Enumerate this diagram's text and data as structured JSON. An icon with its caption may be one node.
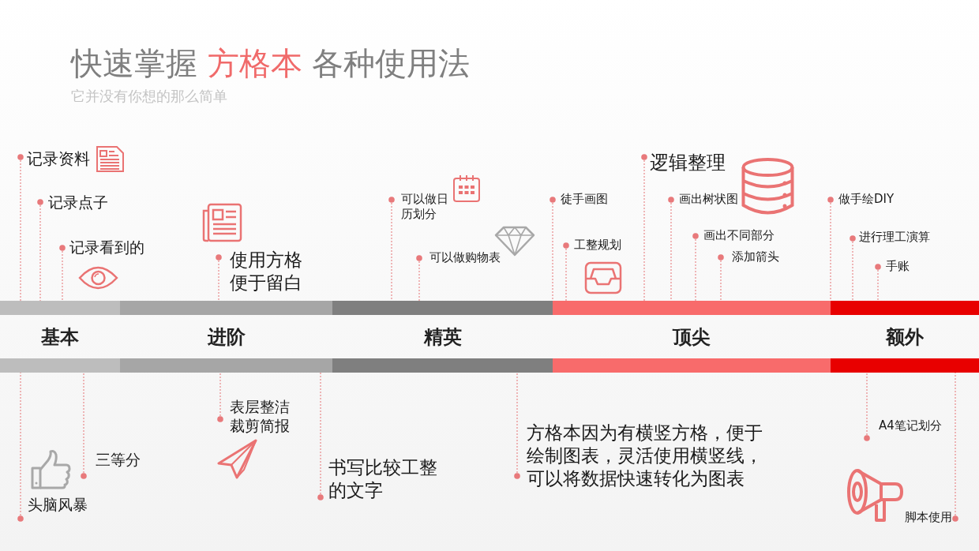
{
  "diagram": {
    "title": "快速掌握 **方格本** 各种使用法",
    "nodes": [
      {
        "text": [
          "基本"
        ]
      },
      {
        "text": [
          "进阶"
        ]
      },
      {
        "text": [
          "精英"
        ]
      },
      {
        "text": [
          "顶尖"
        ]
      },
      {
        "text": [
          "额外"
        ]
      },
      {
        "text": [
          "记录资料"
        ]
      },
      {
        "text": [
          "记录点子"
        ]
      },
      {
        "text": [
          "记录看到的"
        ]
      },
      {
        "text": [
          "使用方格便于留白"
        ]
      },
      {
        "text": [
          "可以做日历划分"
        ]
      },
      {
        "text": [
          "可以做购物表"
        ]
      },
      {
        "text": [
          "徒手画图"
        ]
      },
      {
        "text": [
          "工整规划"
        ]
      },
      {
        "text": [
          "逻辑整理"
        ]
      },
      {
        "text": [
          "画出树状图"
        ]
      },
      {
        "text": [
          "画出不同部分"
        ]
      },
      {
        "text": [
          "添加箭头"
        ]
      },
      {
        "text": [
          "做手绘DIY"
        ]
      },
      {
        "text": [
          "进行理工演算"
        ]
      },
      {
        "text": [
          "手账"
        ]
      },
      {
        "text": [
          "头脑风暴"
        ]
      },
      {
        "text": [
          "三等分"
        ]
      },
      {
        "text": [
          "表层整洁裁剪简报"
        ]
      },
      {
        "text": [
          "书写比较工整的文字"
        ]
      },
      {
        "text": [
          "方格本因为有横竖方格，便于绘制图表，灵活使用横竖线，可以将数据快速转化为图表"
        ]
      },
      {
        "text": [
          "A4笔记划分"
        ]
      },
      {
        "text": [
          "脚本使用"
        ]
      }
    ],
    "edges": [
      {
        "from": 5,
        "to": 0,
        "arrow": "other"
      },
      {
        "from": 6,
        "to": 0,
        "arrow": "other"
      },
      {
        "from": 7,
        "to": 0,
        "arrow": "other"
      },
      {
        "from": 8,
        "to": 1,
        "arrow": "other"
      },
      {
        "from": 9,
        "to": 2,
        "arrow": "other"
      },
      {
        "from": 10,
        "to": 2,
        "arrow": "other"
      },
      {
        "from": 11,
        "to": 3,
        "arrow": "other"
      },
      {
        "from": 12,
        "to": 3,
        "arrow": "other"
      },
      {
        "from": 13,
        "to": 3,
        "arrow": "other"
      },
      {
        "from": 14,
        "to": 3,
        "arrow": "other"
      },
      {
        "from": 15,
        "to": 3,
        "arrow": "other"
      },
      {
        "from": 16,
        "to": 3,
        "arrow": "other"
      },
      {
        "from": 17,
        "to": 4,
        "arrow": "other"
      },
      {
        "from": 18,
        "to": 4,
        "arrow": "other"
      },
      {
        "from": 19,
        "to": 4,
        "arrow": "other"
      },
      {
        "from": 20,
        "to": 0,
        "arrow": "other"
      },
      {
        "from": 21,
        "to": 0,
        "arrow": "other"
      },
      {
        "from": 22,
        "to": 1,
        "arrow": "other"
      },
      {
        "from": 23,
        "to": 1,
        "arrow": "other"
      },
      {
        "from": 24,
        "to": 2,
        "arrow": "other"
      },
      {
        "from": 25,
        "to": 4,
        "arrow": "other"
      },
      {
        "from": 26,
        "to": 4,
        "arrow": "other"
      }
    ],
    "labels": [
      "它并没有你想的那么简单"
    ]
  }
}
